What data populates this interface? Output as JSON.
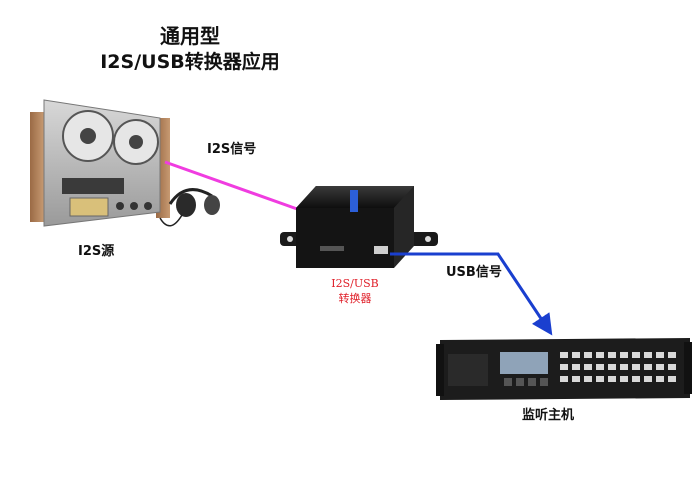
{
  "title": {
    "line1": "通用型",
    "line2": "I2S/USB转换器应用"
  },
  "labels": {
    "i2s_source": "I2S源",
    "i2s_signal": "I2S信号",
    "converter_line1": "I2S/USB",
    "converter_line2": "转换器",
    "usb_signal": "USB信号",
    "host": "监听主机"
  },
  "colors": {
    "i2s_line": "#f03ce0",
    "usb_line": "#1a3fcf",
    "converter_label": "#e0202a"
  }
}
